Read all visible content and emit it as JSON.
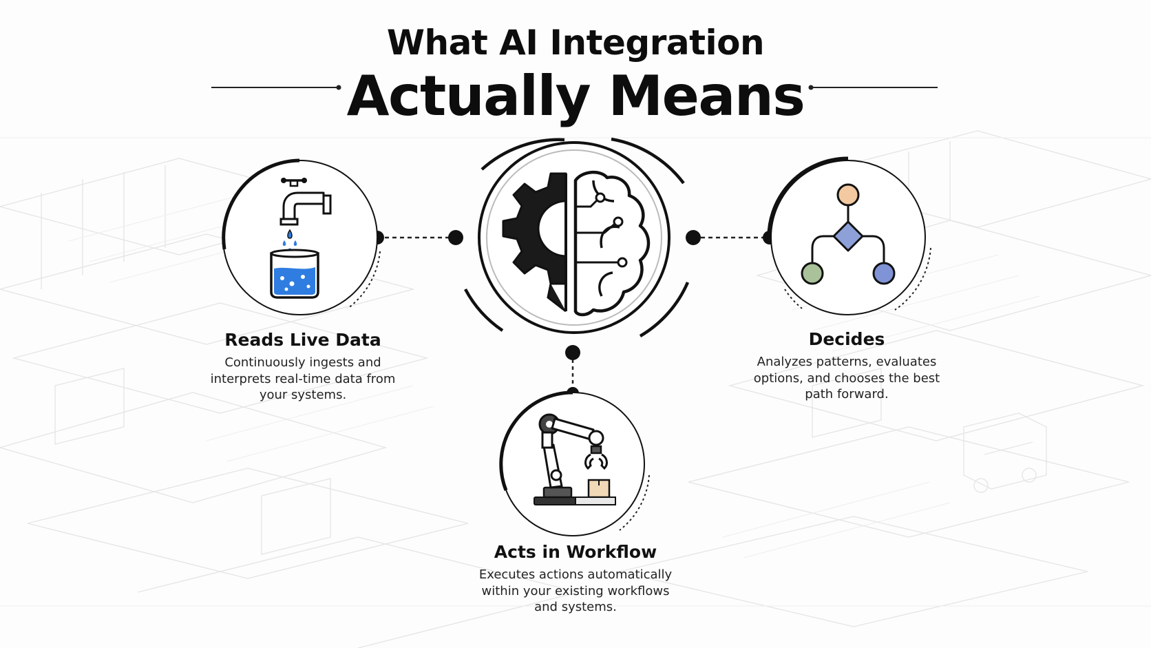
{
  "title": {
    "line1": "What AI Integration",
    "line2": "Actually Means"
  },
  "center": {
    "icon": "gear-brain-icon"
  },
  "steps": [
    {
      "id": "reads",
      "icon": "faucet-beaker-icon",
      "title": "Reads Live Data",
      "description": "Continuously ingests and interprets real-time data from your systems."
    },
    {
      "id": "decides",
      "icon": "decision-tree-icon",
      "title": "Decides",
      "description": "Analyzes patterns, evaluates options, and chooses the best path forward."
    },
    {
      "id": "acts",
      "icon": "robot-arm-icon",
      "title": "Acts in Workflow",
      "description": "Executes actions automatically within your existing workflows and systems."
    }
  ],
  "colors": {
    "ink": "#111111",
    "water": "#2f7de0",
    "node_top": "#f2c9a0",
    "node_diamond": "#8ea0d8",
    "node_left": "#a9c29a",
    "node_right": "#7f93d6",
    "box": "#f1d9b8"
  }
}
